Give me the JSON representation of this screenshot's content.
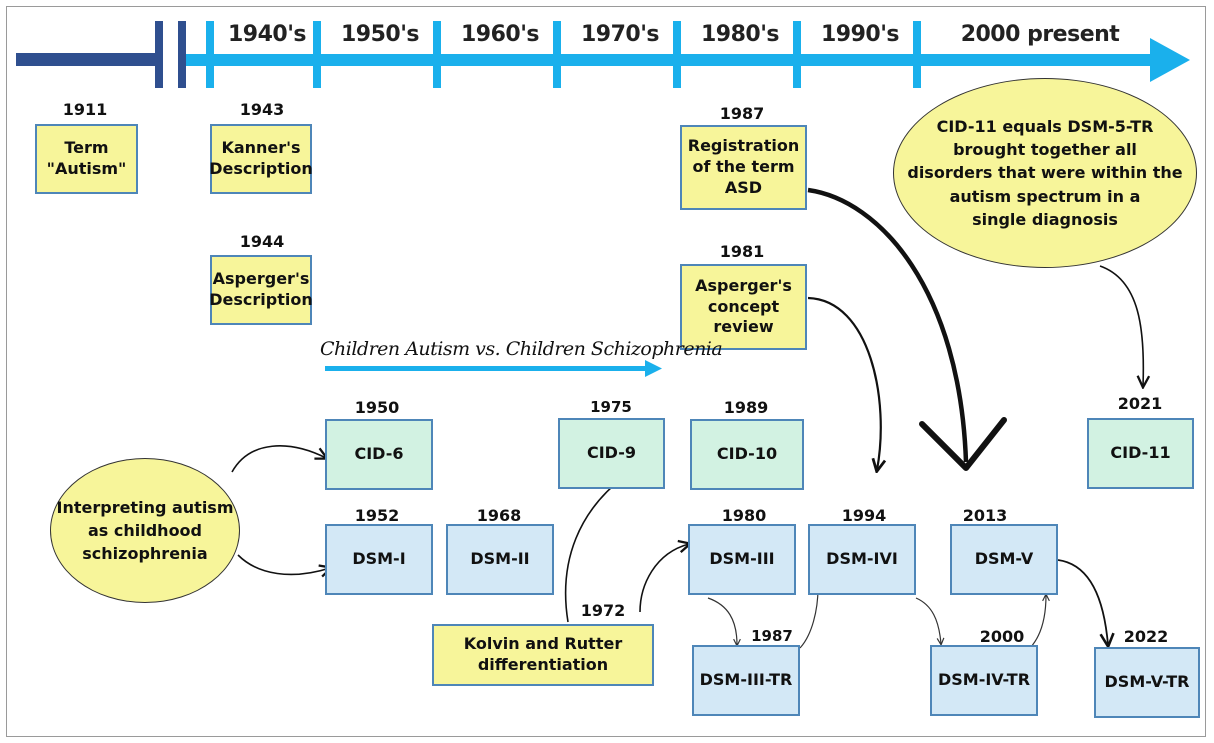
{
  "timeline": {
    "eras": [
      "1940's",
      "1950's",
      "1960's",
      "1970's",
      "1980's",
      "1990's",
      "2000 present"
    ]
  },
  "history": [
    {
      "year": "1911",
      "text": "Term\n\"Autism\""
    },
    {
      "year": "1943",
      "text": "Kanner's\nDescription"
    },
    {
      "year": "1944",
      "text": "Asperger's\nDescription"
    },
    {
      "year": "1987",
      "text": "Registration\nof the term\nASD"
    },
    {
      "year": "1981",
      "text": "Asperger's\nconcept\nreview"
    }
  ],
  "notes": {
    "cid11_note": "CID-11 equals DSM-5-TR\nbrought together all\ndisorders that were within the\nautism spectrum in a\nsingle diagnosis",
    "schizophrenia_note": "Interpreting autism\nas childhood\nschizophrenia",
    "children_label": "Children Autism vs. Children Schizophrenia",
    "kolvin": {
      "year": "1972",
      "text": "Kolvin and Rutter\ndifferentiation"
    }
  },
  "cid": [
    {
      "year": "1950",
      "label": "CID-6"
    },
    {
      "year": "1975",
      "label": "CID-9"
    },
    {
      "year": "1989",
      "label": "CID-10"
    },
    {
      "year": "2021",
      "label": "CID-11"
    }
  ],
  "dsm": [
    {
      "year": "1952",
      "label": "DSM-I"
    },
    {
      "year": "1968",
      "label": "DSM-II"
    },
    {
      "year": "1980",
      "label": "DSM-III"
    },
    {
      "year": "1994",
      "label": "DSM-IVI"
    },
    {
      "year": "2013",
      "label": "DSM-V"
    },
    {
      "year": "1987",
      "label": "DSM-III-TR"
    },
    {
      "year": "2000",
      "label": "DSM-IV-TR"
    },
    {
      "year": "2022",
      "label": "DSM-V-TR"
    }
  ],
  "colors": {
    "timeline_dark": "#2f4f8f",
    "timeline_light": "#1ab0ec",
    "yellow": "#f7f59a",
    "green": "#d2f2e2",
    "blue": "#d3e8f6",
    "border": "#4e86b8"
  }
}
